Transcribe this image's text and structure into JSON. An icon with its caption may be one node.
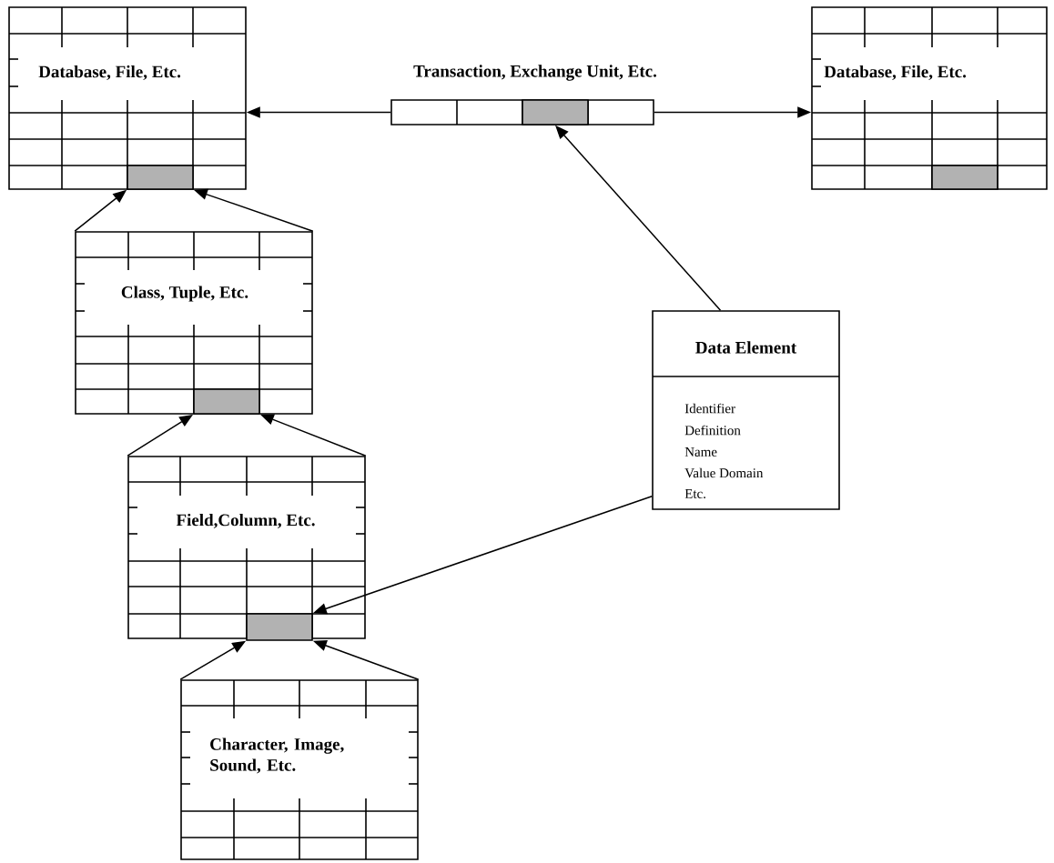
{
  "diagram": {
    "nodes": [
      {
        "text": [
          "Database, File, Etc."
        ]
      },
      {
        "text": [],
        "shape": "box",
        "in": 0
      },
      {
        "text": [
          "Transaction, Exchange Unit, Etc."
        ]
      },
      {
        "text": [],
        "shape": "box",
        "in": 2
      },
      {
        "text": [
          "Database, File, Etc."
        ]
      },
      {
        "text": [],
        "shape": "box",
        "in": 4
      },
      {
        "text": [
          "Class, Tuple, Etc."
        ]
      },
      {
        "text": [],
        "shape": "box",
        "in": 6
      },
      {
        "text": [
          "Data Element",
          "Identifier",
          "Definition",
          "Name",
          "Value Domain",
          "Etc."
        ]
      },
      {
        "text": [
          "Field,Column, Etc."
        ]
      },
      {
        "text": [],
        "shape": "box",
        "in": 9
      },
      {
        "text": [
          "Character, Image, Sound, Etc."
        ]
      }
    ],
    "edges": [
      {
        "from": 2,
        "to": 0,
        "arrow": "to"
      },
      {
        "from": 2,
        "to": 4,
        "arrow": "to"
      },
      {
        "from": 8,
        "to": 3,
        "arrow": "to"
      },
      {
        "from": 6,
        "to": 1,
        "arrow": "to"
      },
      {
        "from": 6,
        "to": 1,
        "arrow": "to"
      },
      {
        "from": 9,
        "to": 7,
        "arrow": "to"
      },
      {
        "from": 9,
        "to": 7,
        "arrow": "to"
      },
      {
        "from": 11,
        "to": 10,
        "arrow": "to"
      },
      {
        "from": 11,
        "to": 10,
        "arrow": "to"
      },
      {
        "from": 8,
        "to": 10,
        "arrow": "to"
      }
    ]
  }
}
